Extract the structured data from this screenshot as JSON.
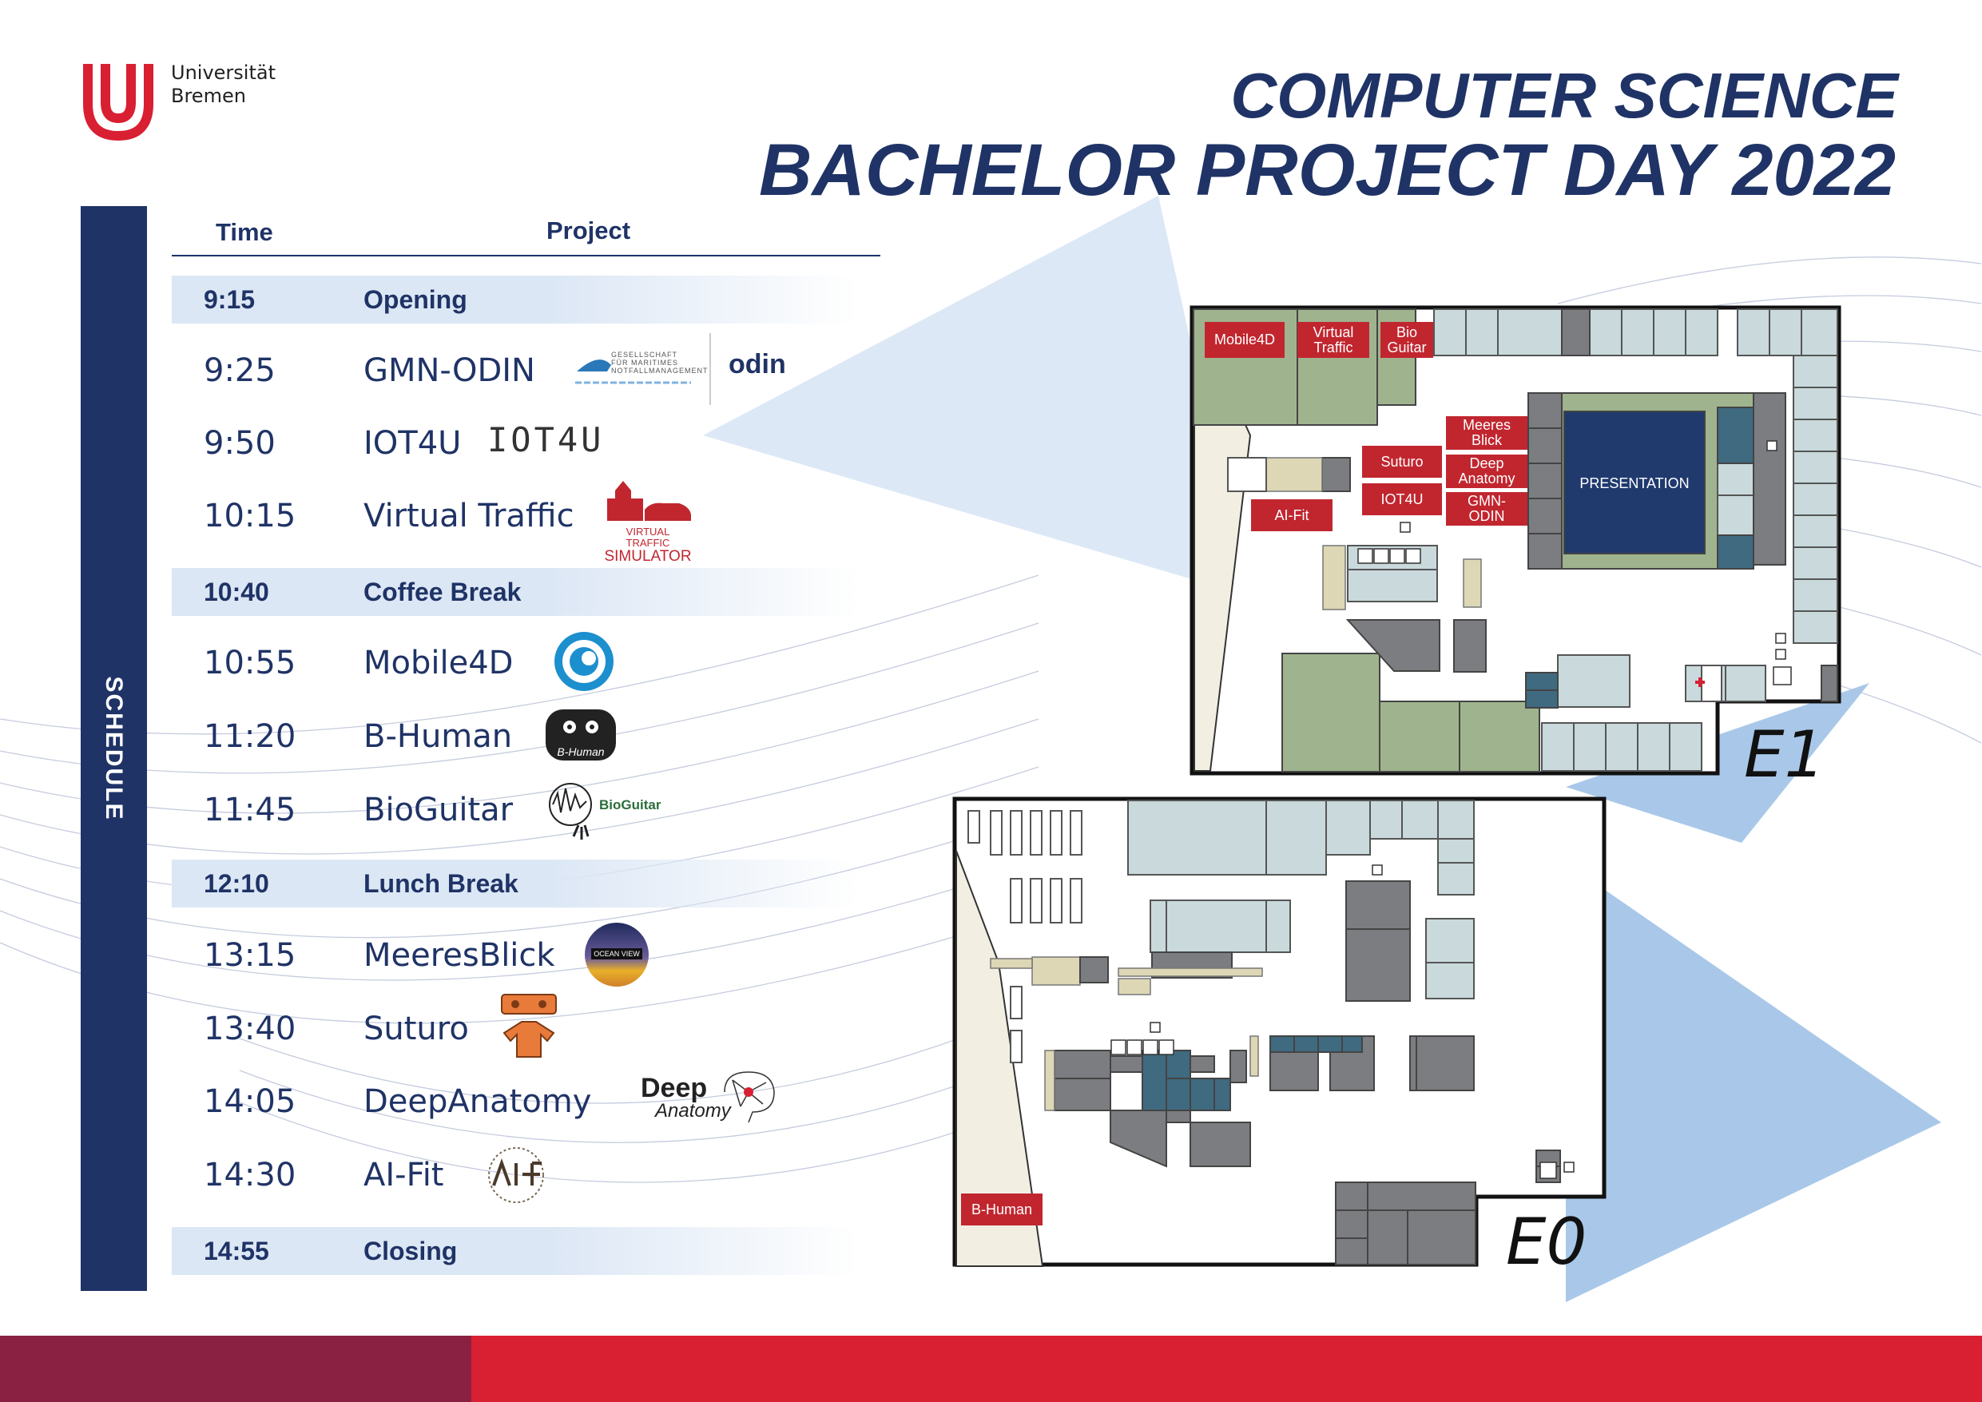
{
  "logo": {
    "line1": "Universität",
    "line2": "Bremen"
  },
  "title": {
    "line1": "COMPUTER SCIENCE",
    "line2": "BACHELOR PROJECT DAY 2022"
  },
  "schedule": {
    "label": "SCHEDULE",
    "time_header": "Time",
    "project_header": "Project",
    "rows": [
      {
        "time": "9:15",
        "project": "Opening",
        "break": true
      },
      {
        "time": "9:25",
        "project": "GMN-ODIN",
        "break": false
      },
      {
        "time": "9:50",
        "project": "IOT4U",
        "break": false
      },
      {
        "time": "10:15",
        "project": "Virtual Traffic",
        "break": false
      },
      {
        "time": "10:40",
        "project": "Coffee Break",
        "break": true
      },
      {
        "time": "10:55",
        "project": "Mobile4D",
        "break": false
      },
      {
        "time": "11:20",
        "project": "B-Human",
        "break": false
      },
      {
        "time": "11:45",
        "project": "BioGuitar",
        "break": false
      },
      {
        "time": "12:10",
        "project": "Lunch Break",
        "break": true
      },
      {
        "time": "13:15",
        "project": "MeeresBlick",
        "break": false
      },
      {
        "time": "13:40",
        "project": "Suturo",
        "break": false
      },
      {
        "time": "14:05",
        "project": "DeepAnatomy",
        "break": false
      },
      {
        "time": "14:30",
        "project": "AI-Fit",
        "break": false
      },
      {
        "time": "14:55",
        "project": "Closing",
        "break": true
      }
    ]
  },
  "project_logos": {
    "gmn_line1": "GESELLSCHAFT",
    "gmn_line2": "FÜR MARITIMES",
    "gmn_line3": "NOTFALLMANAGEMENT",
    "odin": "odin",
    "iot4u": "IOT4U",
    "vt_line1": "VIRTUAL TRAFFIC",
    "vt_line2": "SIMULATOR",
    "bhuman": "B-Human",
    "bioguitar": "BioGuitar",
    "oceanview": "OCEAN VIEW",
    "deep_line1": "Deep",
    "deep_line2": "Anatomy"
  },
  "map": {
    "floor_e1": "E1",
    "floor_e0": "E0",
    "labels": {
      "mobile4d": "Mobile4D",
      "virtual_traffic": "Virtual Traffic",
      "bio_guitar": "Bio Guitar",
      "meeres_blick": "Meeres Blick",
      "suturo": "Suturo",
      "deep_anatomy": "Deep Anatomy",
      "iot4u": "IOT4U",
      "gmn_odin": "GMN-ODIN",
      "ai_fit": "AI-Fit",
      "presentation": "PRESENTATION",
      "b_human": "B-Human"
    }
  },
  "colors": {
    "navy": "#1f3366",
    "red": "#d91f32",
    "maroon": "#8a2142",
    "label_red": "#c1262f",
    "green_room": "#9fb48e",
    "gray_room": "#7b7d80",
    "light_room": "#c9d9dc",
    "teal_room": "#3f6a80",
    "light_blue": "#a9c8e9"
  }
}
